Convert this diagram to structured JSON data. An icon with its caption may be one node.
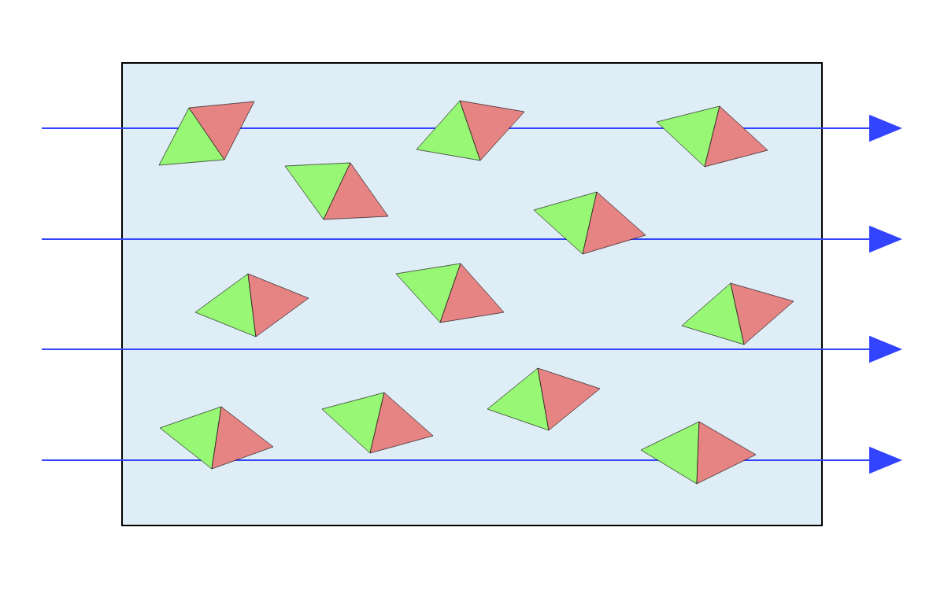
{
  "diagram": {
    "nodes": [
      {
        "text": [],
        "shape": "box"
      },
      {
        "text": [],
        "shape": "diamond",
        "in": 0
      },
      {
        "text": [],
        "shape": "diamond",
        "in": 0
      },
      {
        "text": [],
        "shape": "diamond",
        "in": 0
      },
      {
        "text": [],
        "shape": "diamond",
        "in": 0
      },
      {
        "text": [],
        "shape": "diamond",
        "in": 0
      },
      {
        "text": [],
        "shape": "diamond",
        "in": 0
      },
      {
        "text": [],
        "shape": "diamond",
        "in": 0
      },
      {
        "text": [],
        "shape": "diamond",
        "in": 0
      },
      {
        "text": [],
        "shape": "diamond",
        "in": 0
      },
      {
        "text": [],
        "shape": "diamond",
        "in": 0
      },
      {
        "text": [],
        "shape": "diamond",
        "in": 0
      },
      {
        "text": [],
        "shape": "diamond",
        "in": 0
      }
    ]
  }
}
